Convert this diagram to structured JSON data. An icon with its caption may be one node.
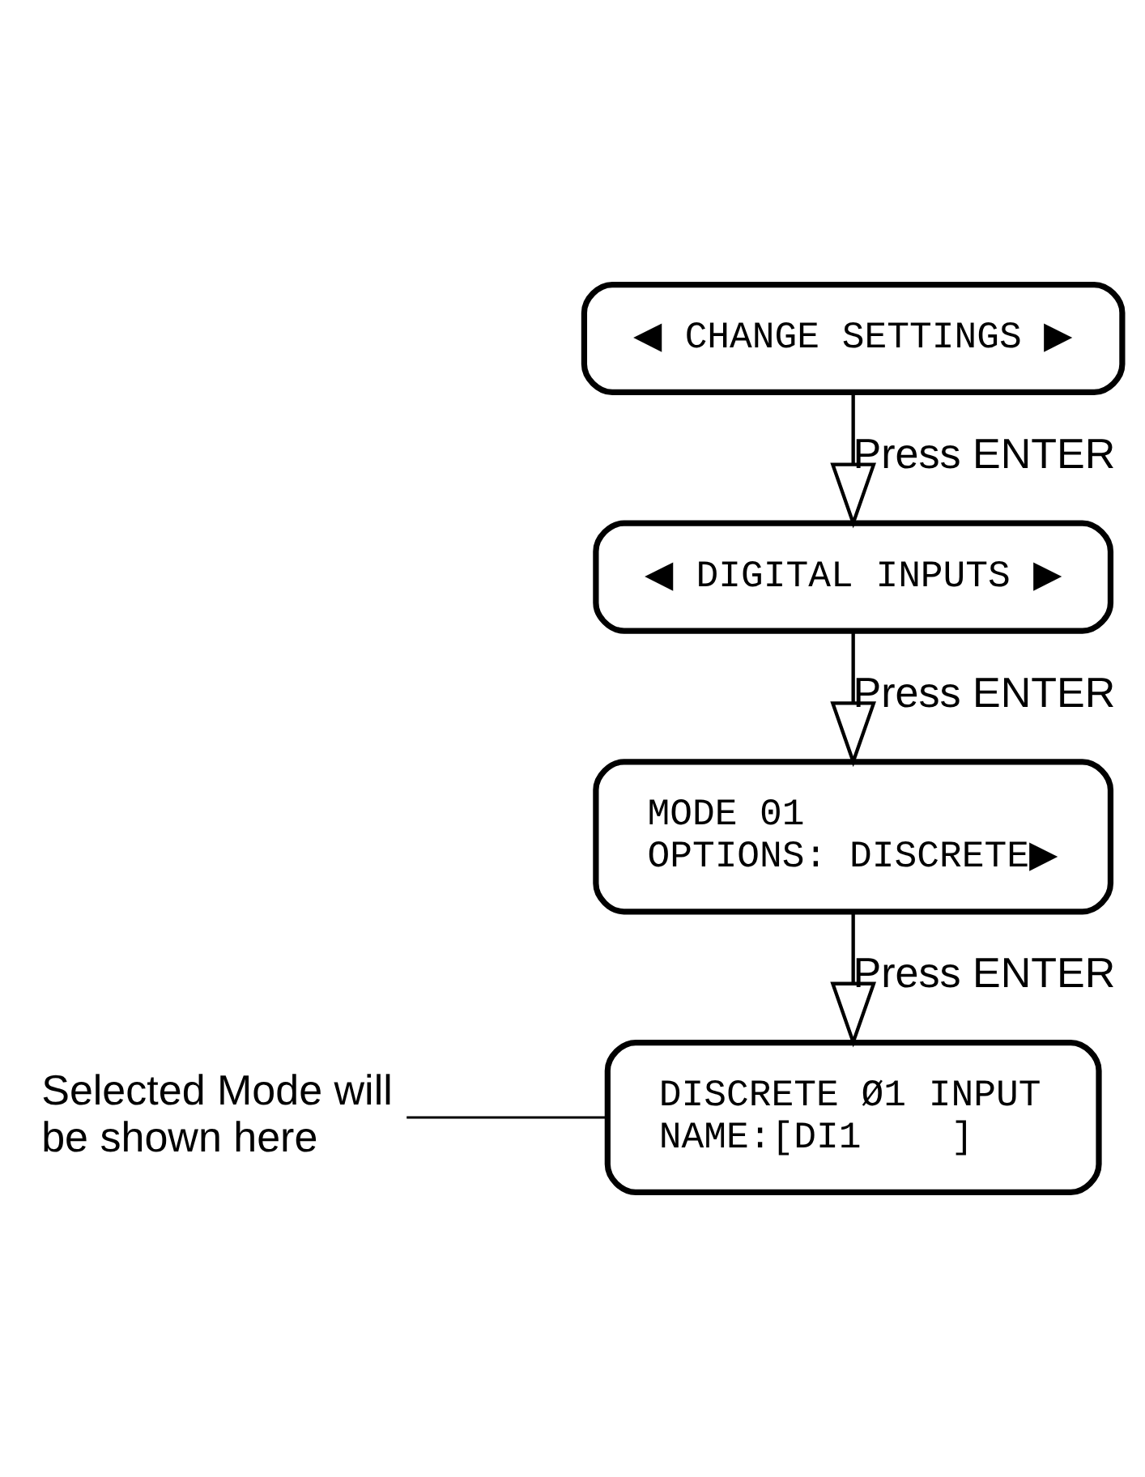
{
  "diagram": {
    "nodes": [
      {
        "text": [
          "◀ CHANGE SETTINGS ▶"
        ]
      },
      {
        "text": [
          "◀ DIGITAL INPUTS ▶"
        ]
      },
      {
        "text": [
          "MODE 01",
          "OPTIONS: DISCRETE▶"
        ]
      },
      {
        "text": [
          "DISCRETE Ø1 INPUT",
          "NAME:[DI1    ]"
        ]
      },
      {
        "text": [
          "Selected Mode will be shown here"
        ]
      }
    ],
    "edges": [
      {
        "from": 0,
        "to": 1,
        "arrow": "to",
        "label": "Press ENTER"
      },
      {
        "from": 1,
        "to": 2,
        "arrow": "to",
        "label": "Press ENTER"
      },
      {
        "from": 2,
        "to": 3,
        "arrow": "to",
        "label": "Press ENTER"
      },
      {
        "from": 4,
        "to": 3,
        "arrow": "none"
      }
    ]
  }
}
